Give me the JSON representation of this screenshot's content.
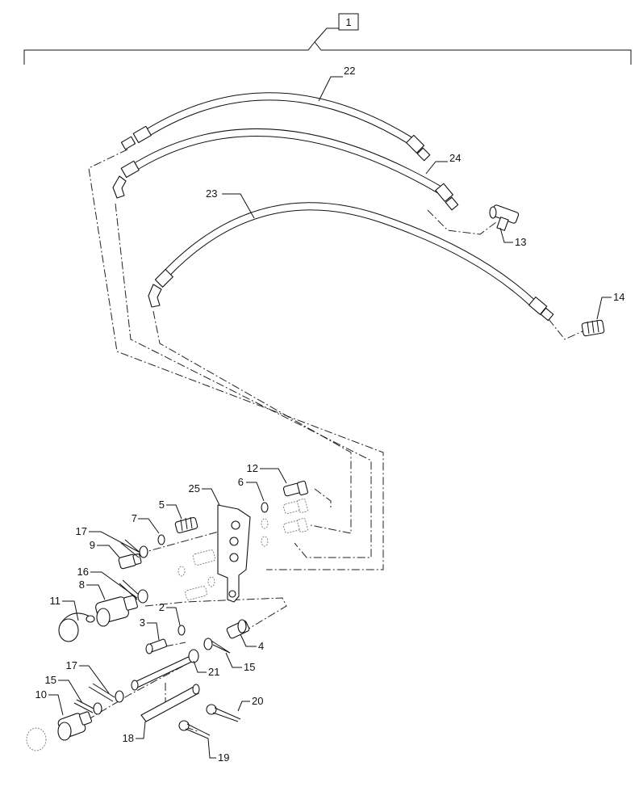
{
  "diagram": {
    "assembly_callout": "1",
    "callouts": {
      "c2": "2",
      "c3": "3",
      "c4": "4",
      "c5": "5",
      "c6": "6",
      "c7": "7",
      "c8": "8",
      "c9": "9",
      "c10": "10",
      "c11": "11",
      "c12": "12",
      "c13": "13",
      "c14": "14",
      "c15a": "15",
      "c15b": "15",
      "c16": "16",
      "c17a": "17",
      "c17b": "17",
      "c18": "18",
      "c19": "19",
      "c20": "20",
      "c21": "21",
      "c22": "22",
      "c23": "23",
      "c24": "24",
      "c25": "25"
    }
  }
}
